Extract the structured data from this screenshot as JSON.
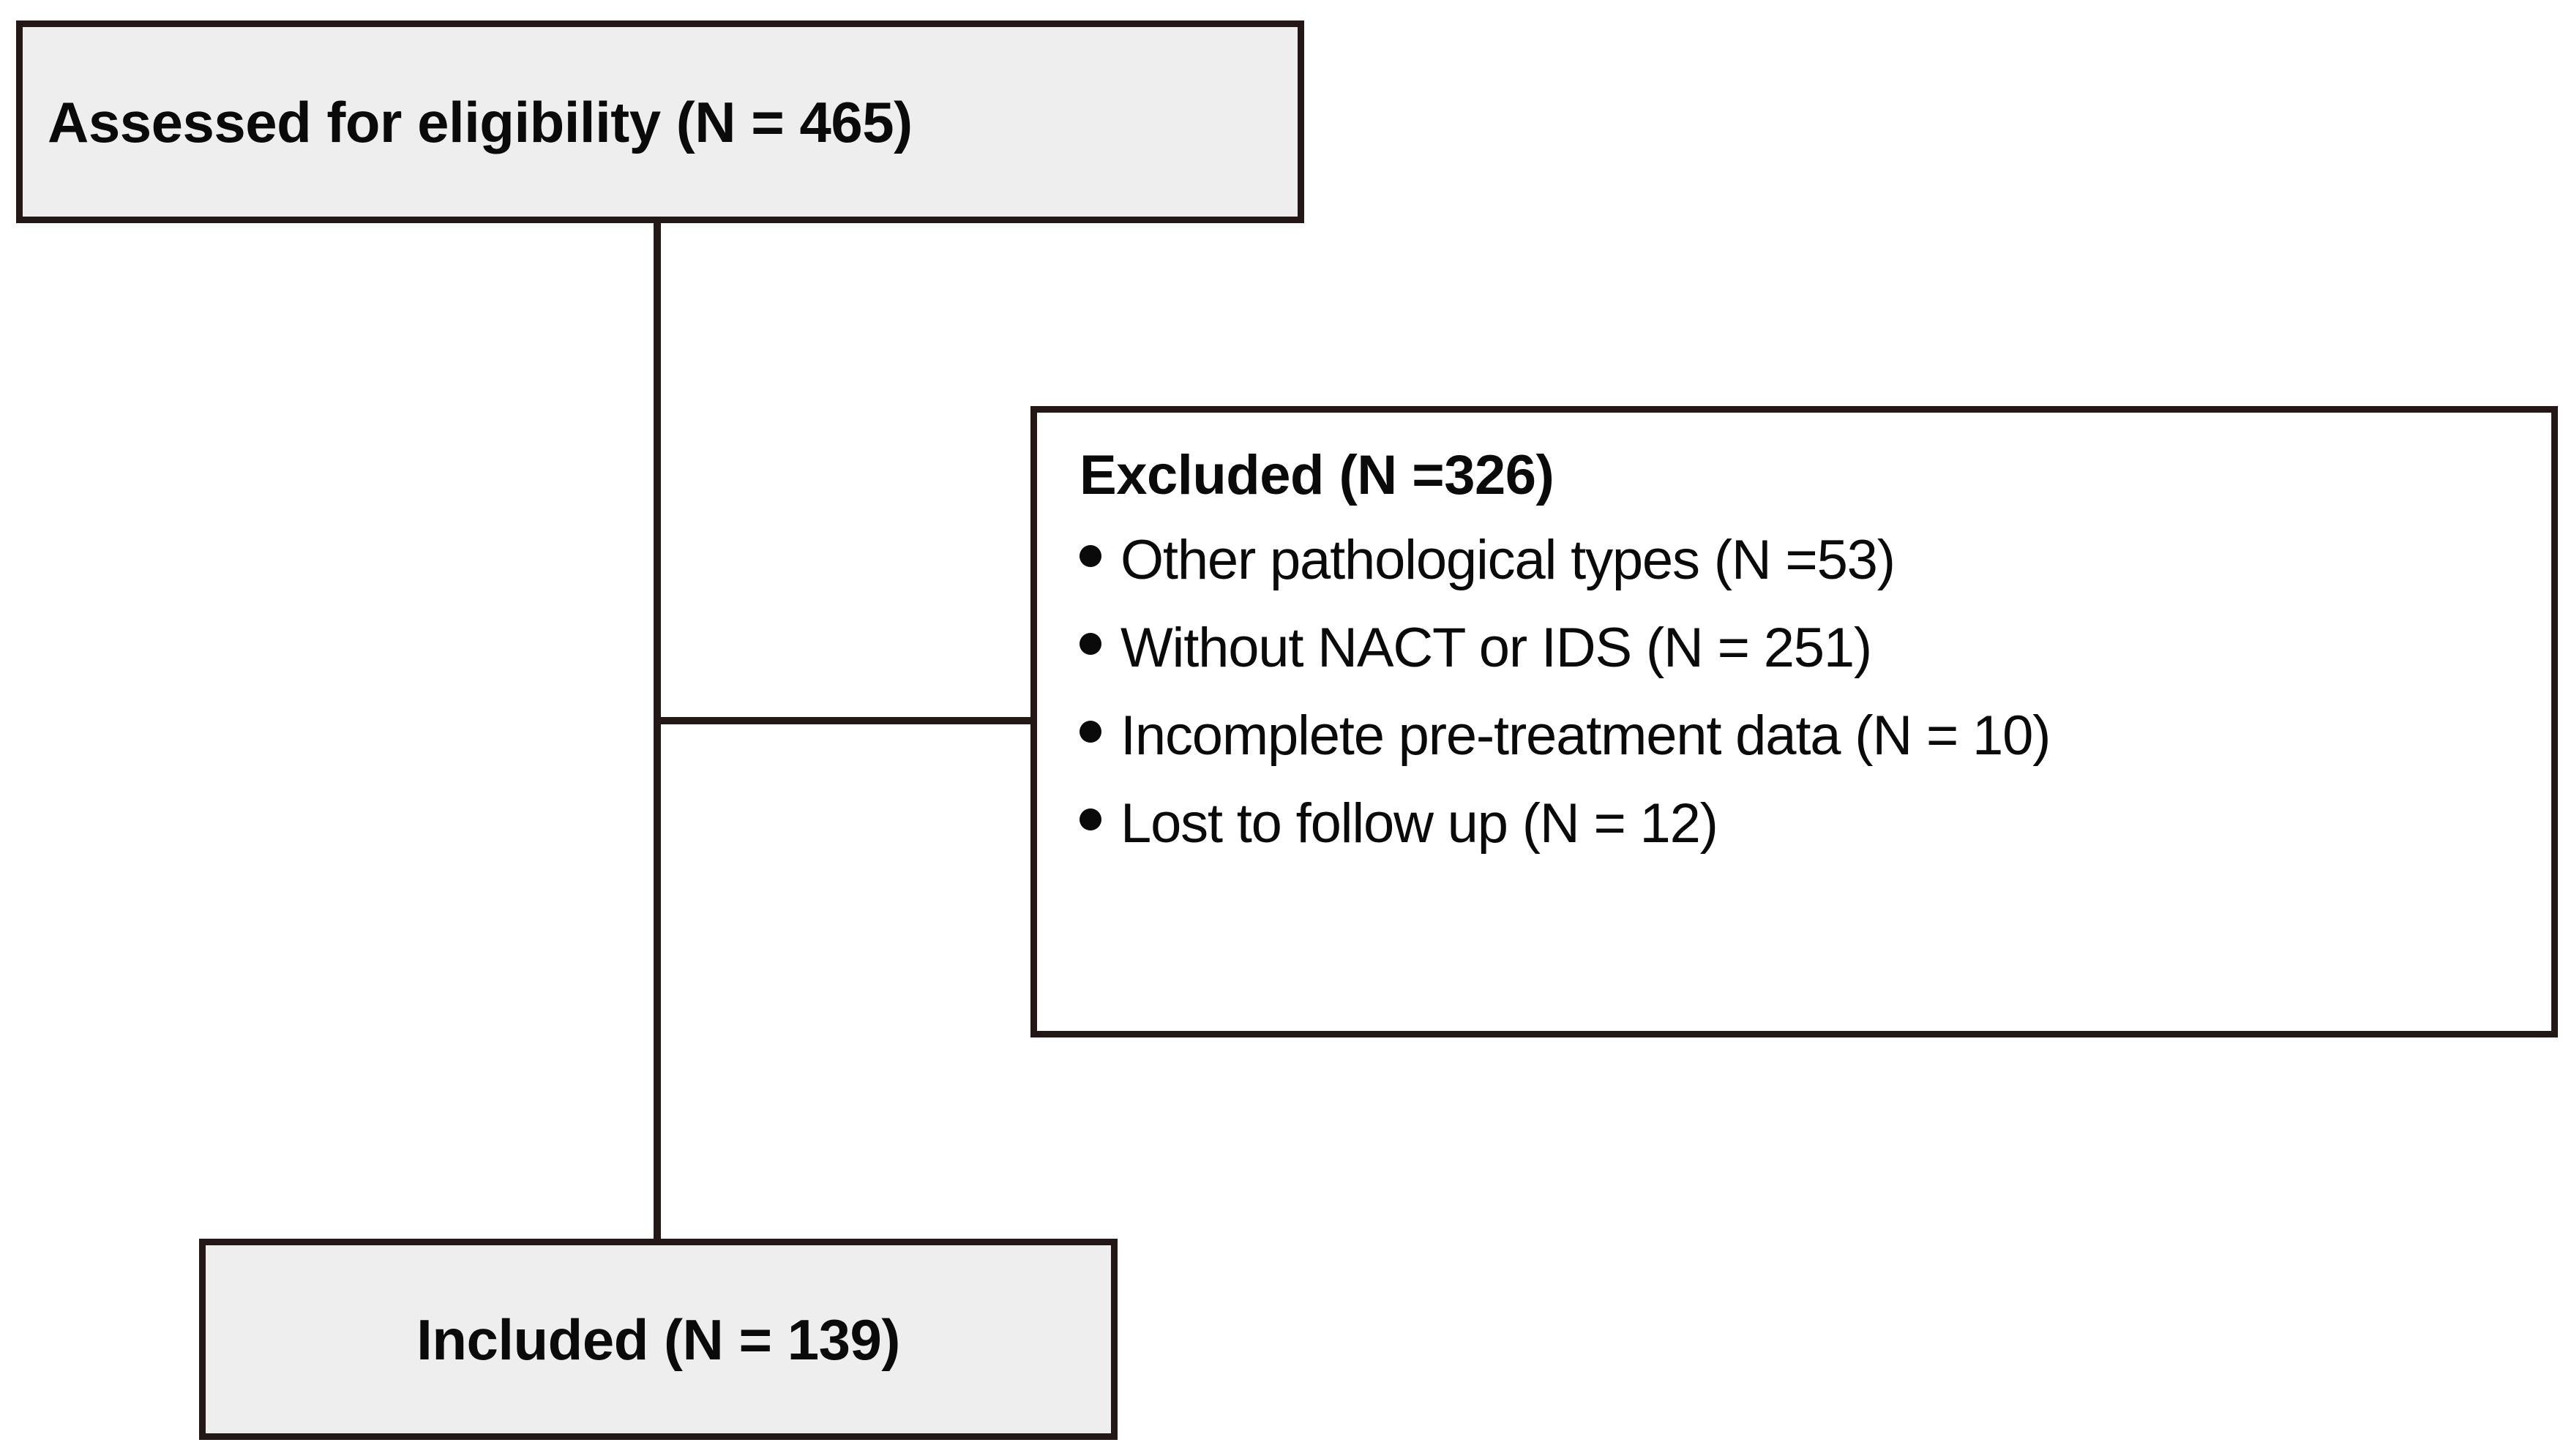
{
  "diagram": {
    "type": "prisma-flow-diagram",
    "background_color": "#ffffff",
    "line_color": "#231815",
    "box_fill_shaded": "#eeeeee",
    "box_fill_plain": "#ffffff",
    "text_color": "#0a0a0a"
  },
  "nodes": {
    "assessed": {
      "label": "Assessed for eligibility (N = 465)",
      "count": 465
    },
    "excluded": {
      "title": "Excluded (N =326)",
      "count": 326,
      "reasons": [
        {
          "label": "Other pathological types (N =53)",
          "count": 53
        },
        {
          "label": "Without NACT or IDS (N = 251)",
          "count": 251
        },
        {
          "label": "Incomplete pre-treatment data (N = 10)",
          "count": 10
        },
        {
          "label": "Lost to follow up (N = 12)",
          "count": 12
        }
      ]
    },
    "included": {
      "label": "Included (N = 139)",
      "count": 139
    }
  },
  "connectors": [
    {
      "name": "assessed-to-included",
      "orientation": "vertical"
    },
    {
      "name": "assessed-to-excluded",
      "orientation": "horizontal"
    }
  ]
}
